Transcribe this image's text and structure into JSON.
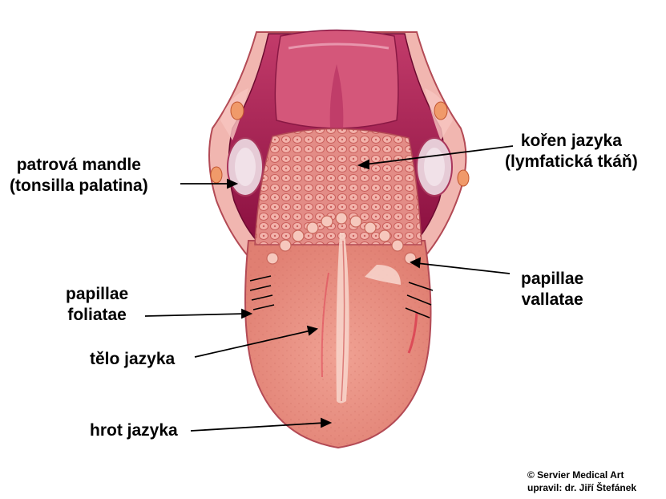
{
  "labels": {
    "root": {
      "line1": "kořen jazyka",
      "line2": "(lymfatická tkáň)"
    },
    "tonsil": {
      "line1": "patrová mandle",
      "line2": "(tonsilla palatina)"
    },
    "vallatae": {
      "line1": "papillae",
      "line2": "vallatae"
    },
    "foliatae": {
      "line1": "papillae",
      "line2": "foliatae"
    },
    "body": "tělo jazyka",
    "tip": "hrot jazyka"
  },
  "credit": {
    "line1": "© Servier Medical Art",
    "line2": "upravil: dr. Jiří Štefánek"
  },
  "colors": {
    "tongue": "#e8897c",
    "tongue_light": "#f2aa9c",
    "throat": "#8c1040",
    "tonsil": "#e8d2dc",
    "root_tissue": "#e8928c",
    "outline": "#b34a55",
    "leader": "#000000"
  }
}
